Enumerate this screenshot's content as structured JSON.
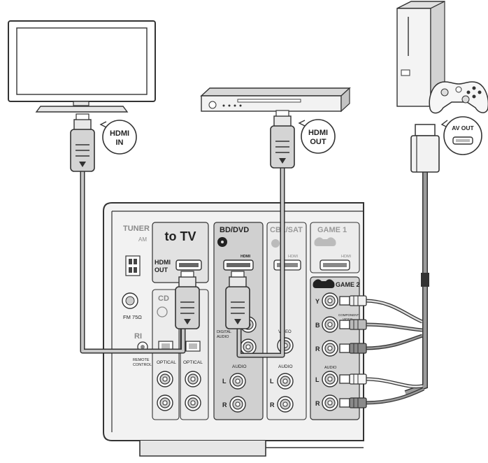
{
  "labels": {
    "tv_hdmi_in": [
      "HDMI",
      "IN"
    ],
    "bd_hdmi_out": [
      "HDMI",
      "OUT"
    ],
    "console_av_out": "AV OUT"
  },
  "receiver": {
    "tuner": "TUNER",
    "am": "AM",
    "fm": "FM 75Ω",
    "ri": "RI",
    "remote_control": [
      "REMOTE",
      "CONTROL"
    ],
    "to_tv": "to TV",
    "hdmi_out": [
      "HDMI",
      "OUT"
    ],
    "cd": "CD",
    "optical_1": "OPTICAL",
    "optical_2": "OPTICAL",
    "bd_dvd": "BD/DVD",
    "hdmi_small": "HDMI",
    "digital_audio": [
      "DIGITAL",
      "AUDIO"
    ],
    "cbl_sat": "CBL/SAT",
    "video": "VIDEO",
    "audio": "AUDIO",
    "game1": "GAME 1",
    "game2": "GAME 2",
    "component_video": [
      "COMPONENT",
      "VIDEO"
    ],
    "ch_l": "L",
    "ch_r": "R",
    "y": "Y",
    "b": "B",
    "r": "R",
    "av_io": "AUDIO"
  },
  "colors": {
    "line": "#333333",
    "panel": "#e6e6e6",
    "panel_dark": "#d2d2d2",
    "cable_fill": "#bdbdbd",
    "jack_red": "#9a9a9a",
    "jack_white": "#f2f2f2"
  }
}
